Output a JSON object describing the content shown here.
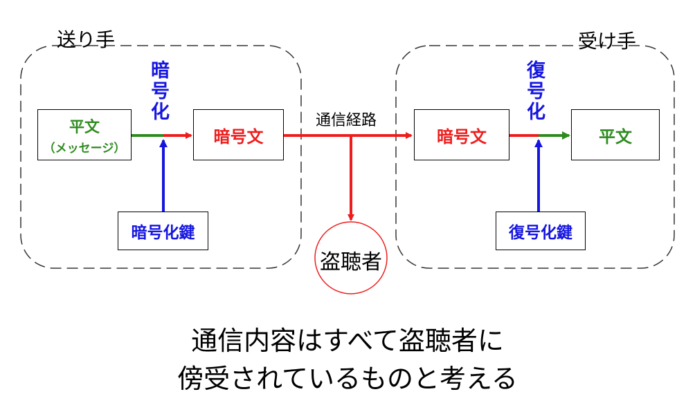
{
  "sender": {
    "title": "送り手"
  },
  "receiver": {
    "title": "受け手"
  },
  "encryption_label": [
    "暗",
    "号",
    "化"
  ],
  "decryption_label": [
    "復",
    "号",
    "化"
  ],
  "channel_label": "通信経路",
  "plaintext_left": {
    "line1": "平文",
    "line2": "（メッセージ）"
  },
  "ciphertext_left": "暗号文",
  "encryption_key": "暗号化鍵",
  "eavesdropper": "盗聴者",
  "ciphertext_right": "暗号文",
  "plaintext_right": "平文",
  "decryption_key": "復号化鍵",
  "caption": {
    "line1": "通信内容はすべて盗聴者に",
    "line2": "傍受されているものと考える"
  },
  "colors": {
    "plaintext": "#2e8b1f",
    "ciphertext": "#ee1c1c",
    "key": "#1515e0",
    "border": "#000000"
  }
}
